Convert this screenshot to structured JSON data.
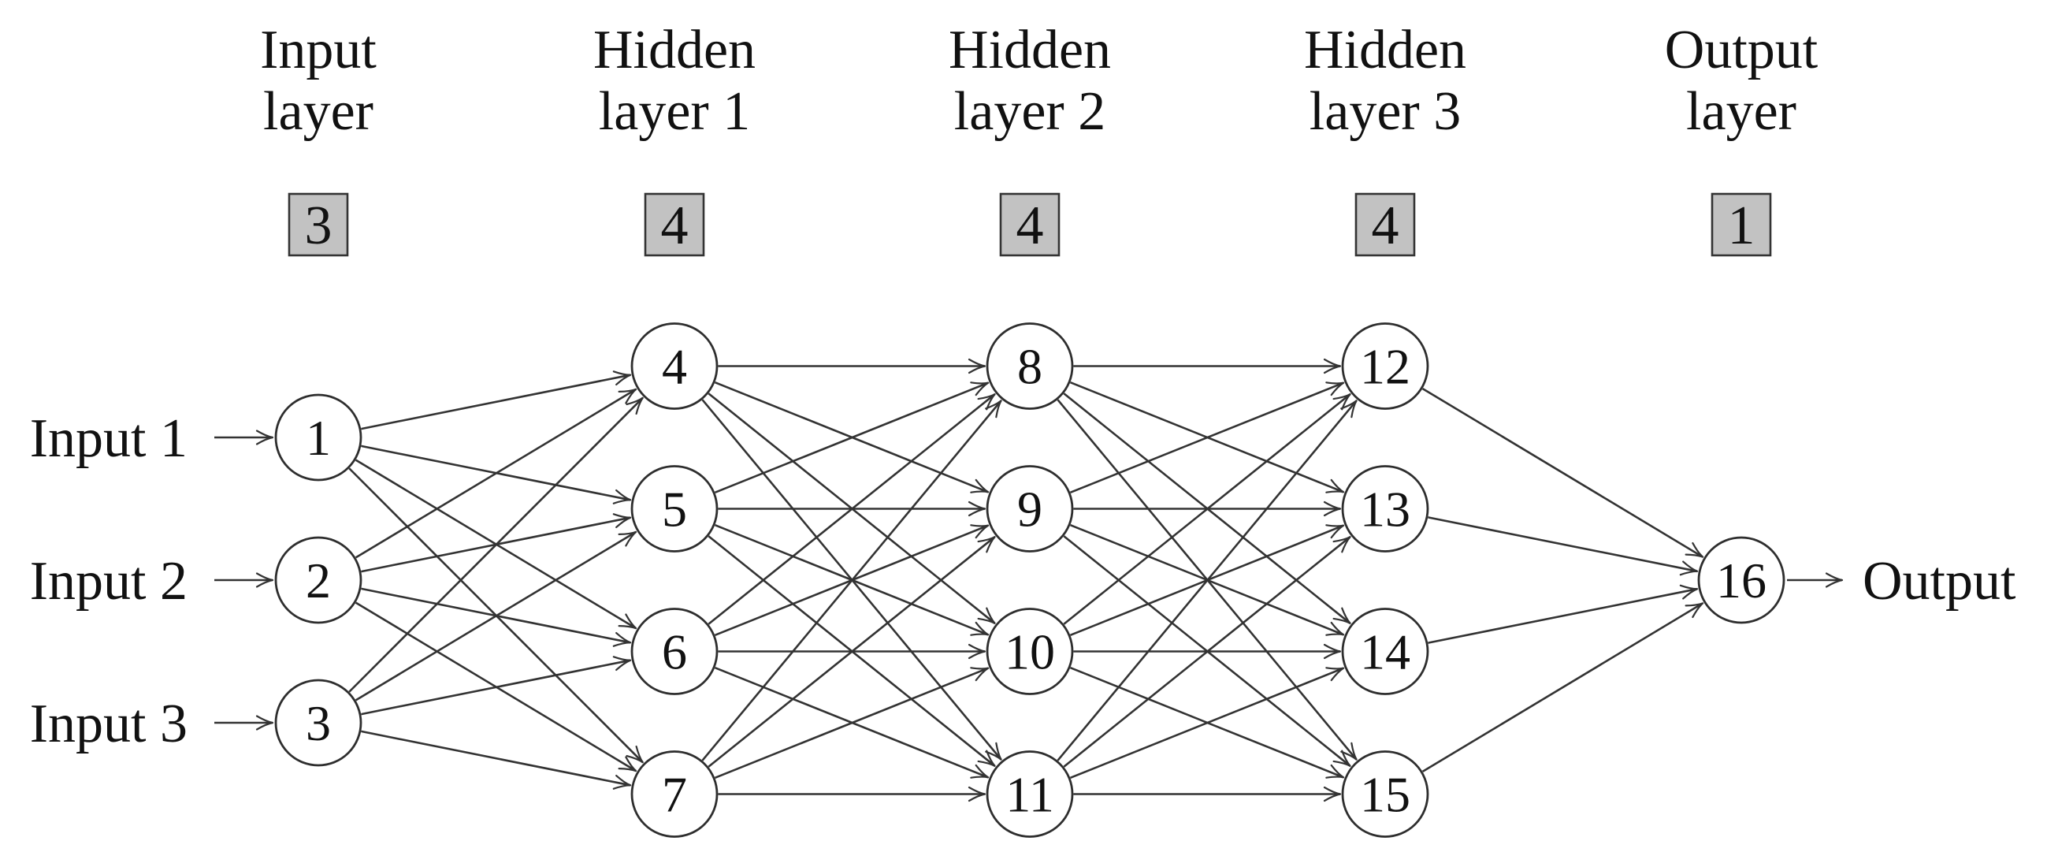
{
  "diagram": {
    "layers": [
      {
        "title_lines": [
          "Input",
          "layer"
        ],
        "count": "3",
        "nodes": [
          "1",
          "2",
          "3"
        ]
      },
      {
        "title_lines": [
          "Hidden",
          "layer 1"
        ],
        "count": "4",
        "nodes": [
          "4",
          "5",
          "6",
          "7"
        ]
      },
      {
        "title_lines": [
          "Hidden",
          "layer 2"
        ],
        "count": "4",
        "nodes": [
          "8",
          "9",
          "10",
          "11"
        ]
      },
      {
        "title_lines": [
          "Hidden",
          "layer 3"
        ],
        "count": "4",
        "nodes": [
          "12",
          "13",
          "14",
          "15"
        ]
      },
      {
        "title_lines": [
          "Output",
          "layer"
        ],
        "count": "1",
        "nodes": [
          "16"
        ]
      }
    ],
    "input_labels": [
      "Input 1",
      "Input 2",
      "Input 3"
    ],
    "output_label": "Output",
    "colors": {
      "background": "#ffffff",
      "edge_stroke": "#333333",
      "node_stroke": "#2e2e2e",
      "node_fill": "#ffffff",
      "count_box_fill": "#c2c2c2",
      "count_box_border": "#333333",
      "text": "#111111"
    }
  }
}
